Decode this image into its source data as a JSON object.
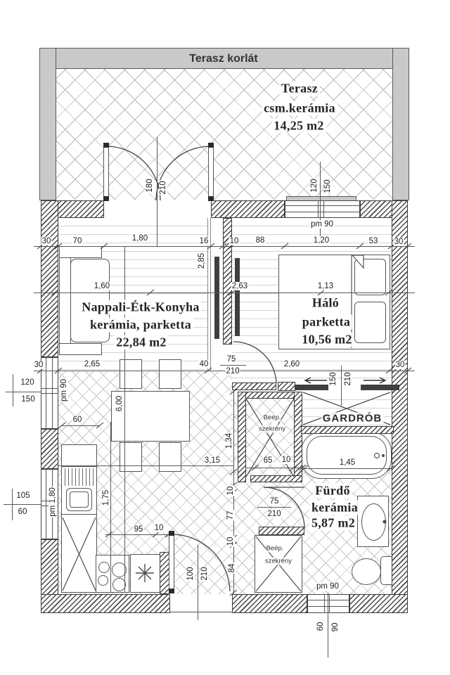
{
  "colors": {
    "railing_fill": "#c9c9c9",
    "line": "#444444",
    "hatch": "#4a4a4a"
  },
  "rooms": {
    "railing": {
      "name": "Terasz korlát"
    },
    "terrace": {
      "name": "Terasz",
      "finish": "csm.kerámia",
      "area": "14,25 m2"
    },
    "living": {
      "name": "Nappali-Étk-Konyha",
      "finish": "kerámia, parketta",
      "area": "22,84 m2"
    },
    "bedroom": {
      "name": "Háló",
      "finish": "parketta",
      "area": "10,56 m2"
    },
    "bathroom": {
      "name": "Fürdő",
      "finish": "kerámia",
      "area": "5,87 m2"
    },
    "wardrobe": {
      "name": "GARDRÓB"
    },
    "closet_upper": {
      "line1": "Beép.",
      "line2": "szekrény"
    },
    "closet_lower": {
      "line1": "Beép.",
      "line2": "szekrény"
    }
  },
  "dims": {
    "top": {
      "wall_l": "30",
      "sofa": "70",
      "door": "1,80",
      "gap": "16",
      "pier": "10",
      "seg": "88",
      "window": "1,20",
      "seg2": "53",
      "wall_r": "30"
    },
    "mid": {
      "sofa_front": "1,60",
      "bedroom": "2,63",
      "bed": "1,13"
    },
    "low": {
      "wall_l": "30",
      "living": "2,65",
      "gap": "40",
      "bedroom": "2,60",
      "wall_r": "30"
    },
    "hall": {
      "v1": "1,34",
      "v2": "10",
      "v3": "77",
      "v4": "10",
      "v5": "84",
      "width": "3,15"
    },
    "living_h": "6,00",
    "kitchen_run": "1,75",
    "living_v": "2,85",
    "counter": "60",
    "stove": "95",
    "stove_gap": "10",
    "closet_w": "65",
    "closet_wall": "10",
    "tub": "1,45"
  },
  "openings": {
    "terrace_door": {
      "w": "180",
      "h": "210"
    },
    "bedroom_door": {
      "w": "75",
      "h": "210"
    },
    "bathroom_door": {
      "w": "75",
      "h": "210"
    },
    "entry_door": {
      "w": "100",
      "h": "210"
    },
    "sliding_door": {
      "w": "150",
      "h": "210"
    },
    "window_bedroom": {
      "w": "120",
      "h": "150",
      "parapet": "pm 90"
    },
    "window_living": {
      "w": "120",
      "h": "150",
      "parapet": "pm 90"
    },
    "window_kitchen": {
      "w": "105",
      "h": "60",
      "parapet": "pm 1,80"
    },
    "window_bath": {
      "w": "60",
      "h": "90",
      "parapet": "pm 90"
    }
  }
}
